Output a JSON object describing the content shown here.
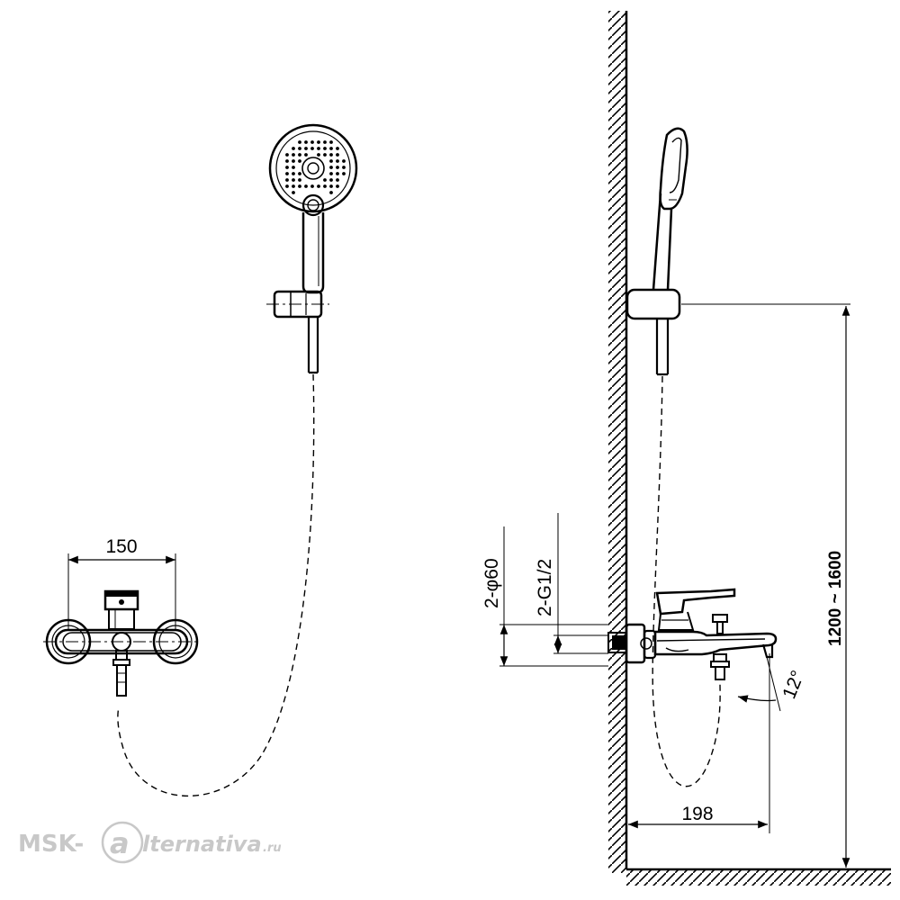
{
  "dimensions": {
    "width_front": "150",
    "pipe_diameter": "2-φ60",
    "thread": "2-G1/2",
    "spout_reach": "198",
    "mount_height": "1200 ~ 1600",
    "spout_angle": "12°"
  },
  "watermark": {
    "prefix": "MSK-",
    "letter": "a",
    "suffix": "lternativa",
    "domain": ".ru"
  }
}
